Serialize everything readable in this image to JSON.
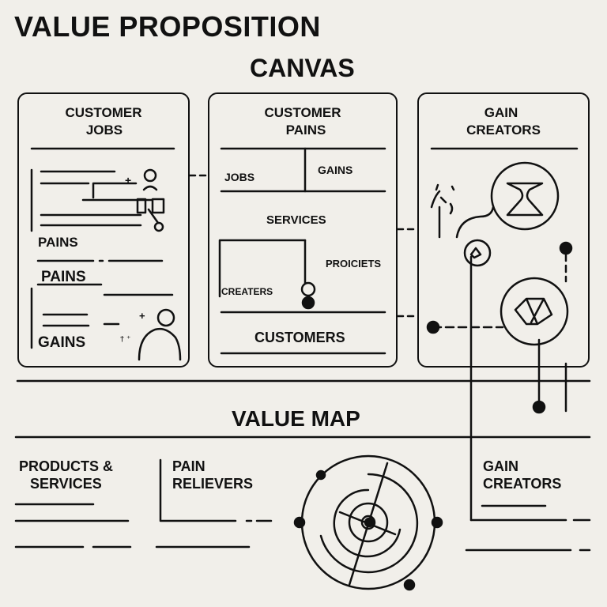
{
  "title": {
    "line1": "VALUE PROPOSITION",
    "line2": "CANVAS"
  },
  "panels": {
    "customer_jobs": {
      "heading_1": "CUSTOMER",
      "heading_2": "JOBS",
      "pains_label_1": "PAINS",
      "pains_label_2": "PAINS",
      "gains_label": "GAINS"
    },
    "customer_pains": {
      "heading_1": "CUSTOMER",
      "heading_2": "PAINS",
      "jobs_label": "JOBS",
      "gains_label": "GAINS",
      "services_label": "SERVICES",
      "products_label": "PROICIETS",
      "creators_label": "CREATERS",
      "customers_label": "CUSTOMERS"
    },
    "gain_creators": {
      "heading_1": "GAIN",
      "heading_2": "CREATORS"
    }
  },
  "value_map": {
    "title": "VALUE MAP",
    "products_services_1": "PRODUCTS &",
    "products_services_2": "SERVICES",
    "pain_relievers_1": "PAIN",
    "pain_relievers_2": "RELIEVERS",
    "gain_creators_1": "GAIN",
    "gain_creators_2": "CREATORS"
  },
  "plus_marks": [
    "+",
    "+",
    "+"
  ],
  "stroke_color": "#111111",
  "background_color": "#f1efea"
}
